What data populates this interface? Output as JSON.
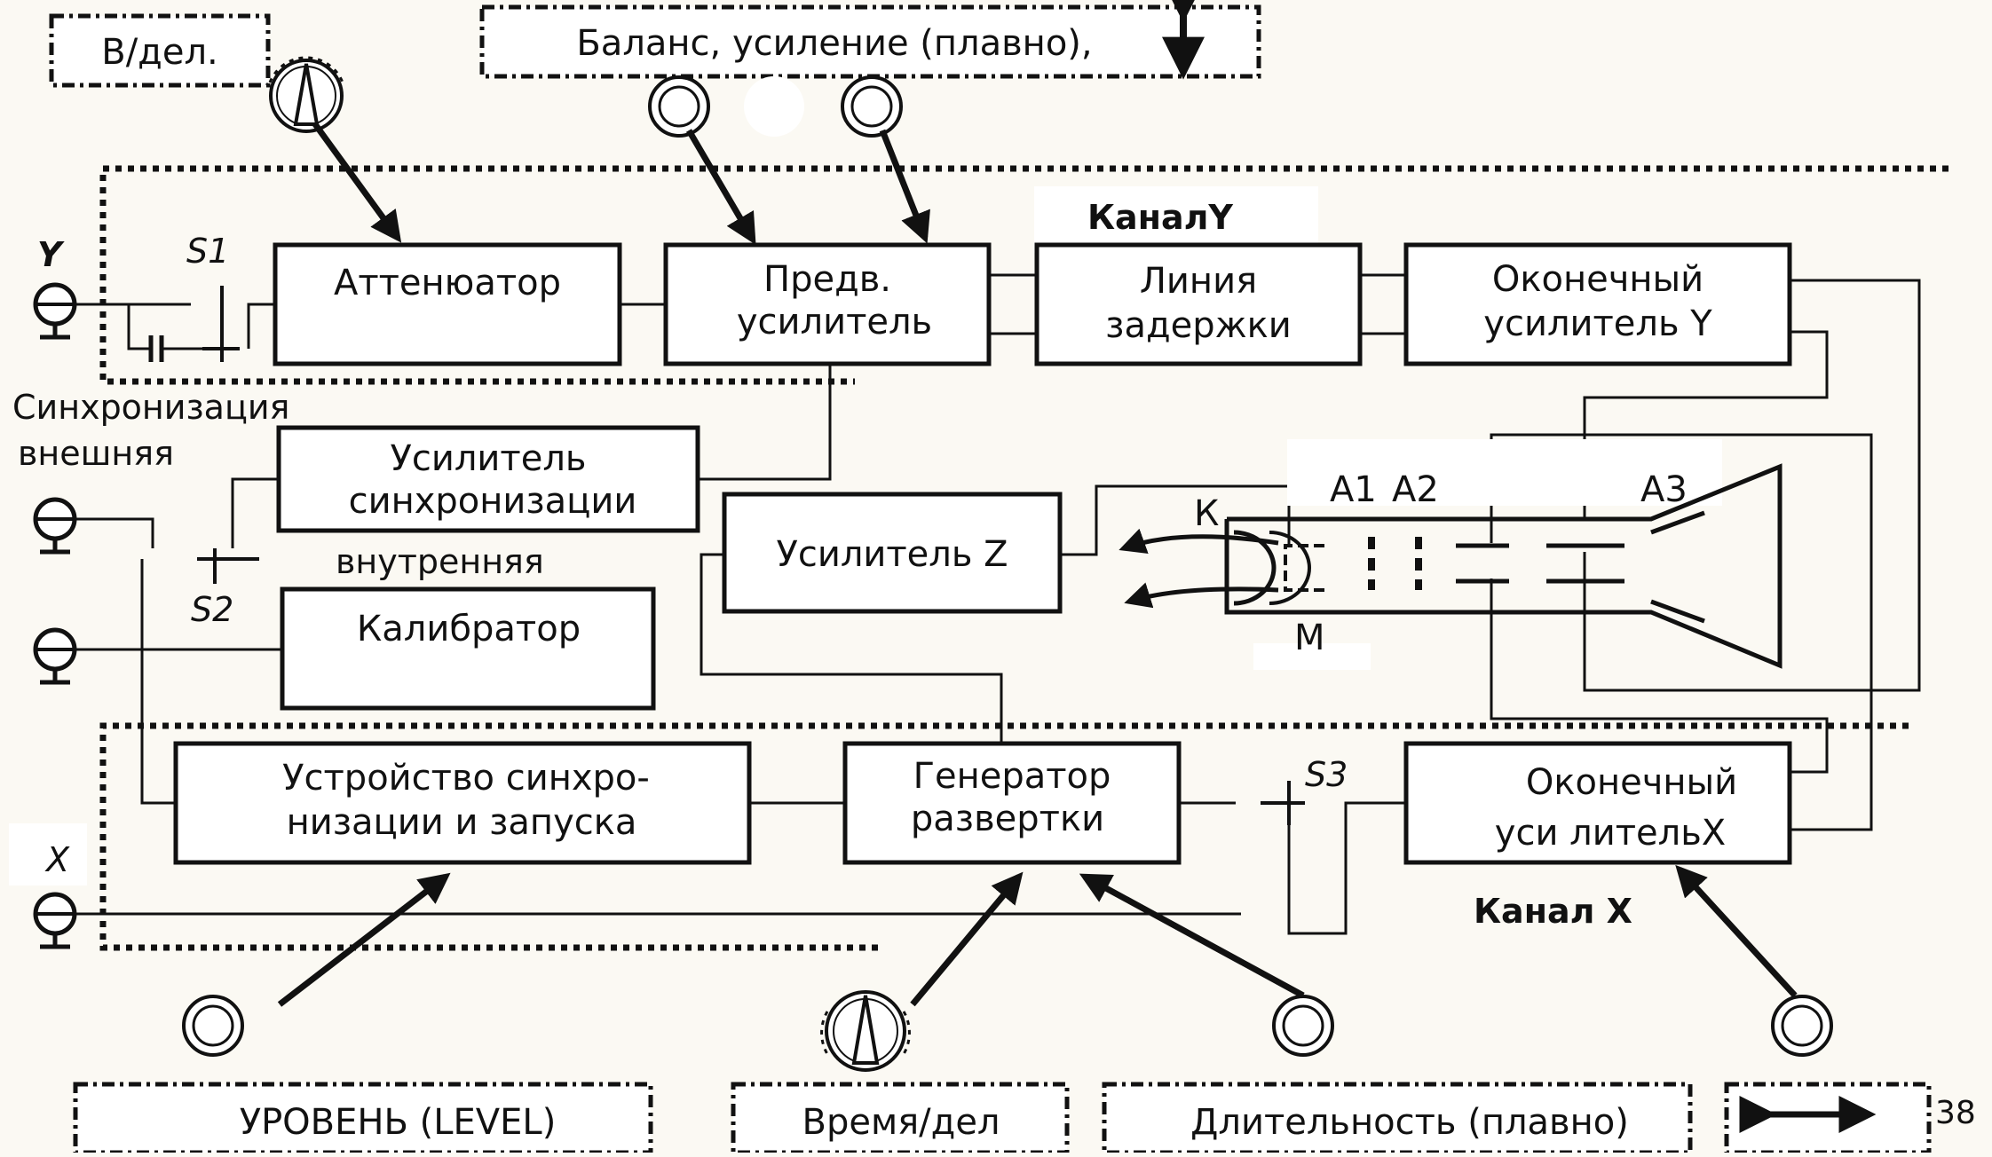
{
  "panels": {
    "volts_per_div": "В/дел.",
    "balance_gain": "Баланс, усиление (плавно),",
    "level": "УРОВЕНЬ (LEVEL)",
    "time_per_div": "Время/дел",
    "duration_fine": "Длительность (плавно)"
  },
  "blocks": {
    "attenuator": [
      "Аттенюатор"
    ],
    "preamp": [
      "Предв.",
      "усилитель"
    ],
    "delay_line": [
      "Линия",
      "задержки"
    ],
    "final_amp_y": [
      "Оконечный",
      "усилитель Y"
    ],
    "sync_amp": [
      "Усилитель",
      "синхронизации"
    ],
    "amp_z": [
      "Усилитель Z"
    ],
    "calibrator": [
      "Калибратор"
    ],
    "sync_trigger": [
      "Устройство  синхро-",
      "низации и запуска"
    ],
    "sweep_gen": [
      "Генератор",
      "развертки"
    ],
    "final_amp_x": [
      "Оконечный",
      "уси лительX"
    ]
  },
  "labels": {
    "channel_y": "КаналY",
    "channel_x": "Канал X",
    "input_y": "Y",
    "input_x": "X",
    "s1": "S1",
    "s2": "S2",
    "s3": "S3",
    "sync_title": "Синхронизация",
    "sync_external": "внешняя",
    "sync_internal": "внутренняя",
    "cathode": "К",
    "modulator": "М",
    "anode1": "А1",
    "anode2": "А2",
    "anode3": "А3",
    "page_number": "38"
  },
  "icons": {
    "input_connector": "bnc-connector-icon",
    "switch_knob": "rotary-switch-icon",
    "pot_knob": "potentiometer-knob-icon",
    "vertical_arrow": "up-down-arrow-icon",
    "horizontal_arrow": "left-right-arrow-icon"
  }
}
